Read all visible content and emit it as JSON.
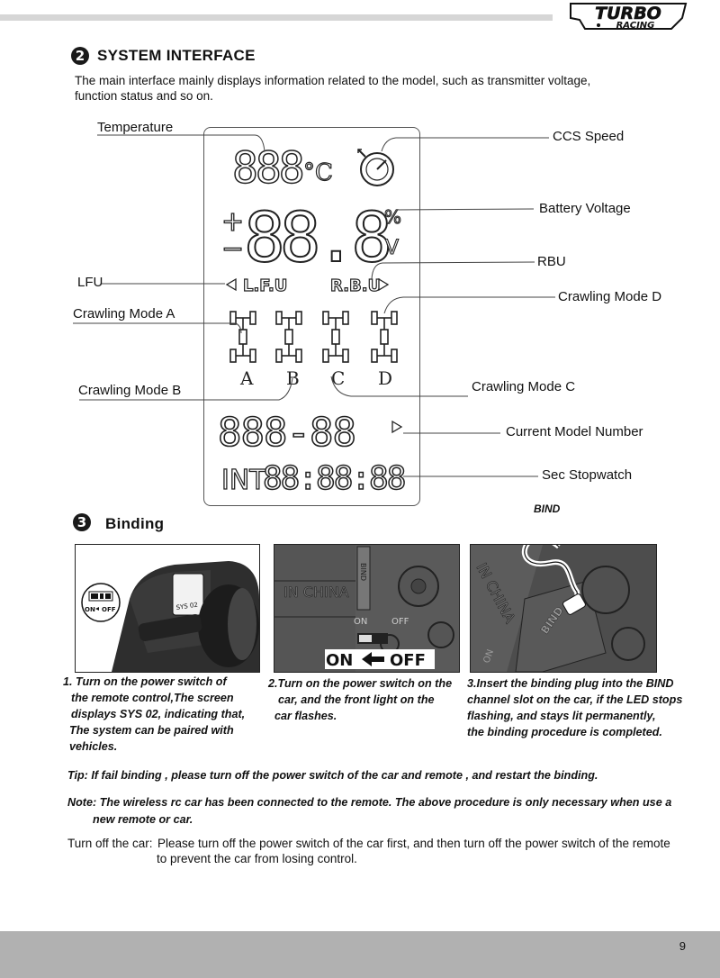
{
  "brand": {
    "line1": "TURBO",
    "line2": "RACING"
  },
  "section2": {
    "number": "2",
    "title": "SYSTEM INTERFACE",
    "intro_line1": "The main interface mainly displays information related to the model, such as transmitter voltage,",
    "intro_line2": "function status and so on."
  },
  "lcd": {
    "temp_digits": "888",
    "temp_unit": "°C",
    "voltage_digits": "88.8",
    "percent": "%",
    "volt_unit": "V",
    "plus": "+",
    "minus": "−",
    "lfu": "L.F.U",
    "rbu": "R.B.U",
    "modes": [
      "A",
      "B",
      "C",
      "D"
    ],
    "model_number": "888-88",
    "int_label": "INT",
    "stopwatch": "88:88:88"
  },
  "callouts": {
    "temperature": "Temperature",
    "ccs_speed": "CCS Speed",
    "battery_voltage": "Battery Voltage",
    "rbu": "RBU",
    "lfu": "LFU",
    "crawling_a": "Crawling Mode A",
    "crawling_d": "Crawling Mode D",
    "crawling_b": "Crawling Mode B",
    "crawling_c": "Crawling Mode C",
    "current_model": "Current Model Number",
    "sec_stopwatch": "Sec Stopwatch"
  },
  "section3": {
    "number": "3",
    "title": "Binding",
    "bind_label": "BIND"
  },
  "photos": {
    "p1": {
      "screen_text": "SYS 02",
      "switch_on": "ON",
      "switch_off": "OFF"
    },
    "p2": {
      "made_in": "IN CHINA",
      "bind_port": "BIND",
      "on": "ON",
      "off": "OFF",
      "banner_on": "ON",
      "banner_off": "OFF"
    },
    "p3": {
      "made_in": "IN CHINA",
      "bind_port": "BIND",
      "on": "ON"
    }
  },
  "steps": [
    [
      "1. Turn on the power switch of",
      "the remote control,The screen",
      "displays SYS 02, indicating that,",
      "The system can be paired with",
      "vehicles."
    ],
    [
      "2.Turn on the power switch on the",
      "car, and the front light on the",
      "car flashes."
    ],
    [
      "3.Insert the binding plug into the BIND",
      "channel slot on the car, if the LED stops",
      "flashing, and stays lit permanently,",
      "the binding procedure is completed."
    ]
  ],
  "tip": "Tip: If fail binding , please turn off the power switch of the car and remote , and restart the binding.",
  "note_line1": "Note: The wireless rc car has been connected to the remote. The above procedure is only  necessary when use a",
  "note_line2": "new remote or car.",
  "turnoff_label": "Turn off the car:",
  "turnoff_line1": "Please turn off the power switch of the car first, and then turn off the power switch of the remote",
  "turnoff_line2": "to prevent the car from losing control.",
  "page_number": "9"
}
